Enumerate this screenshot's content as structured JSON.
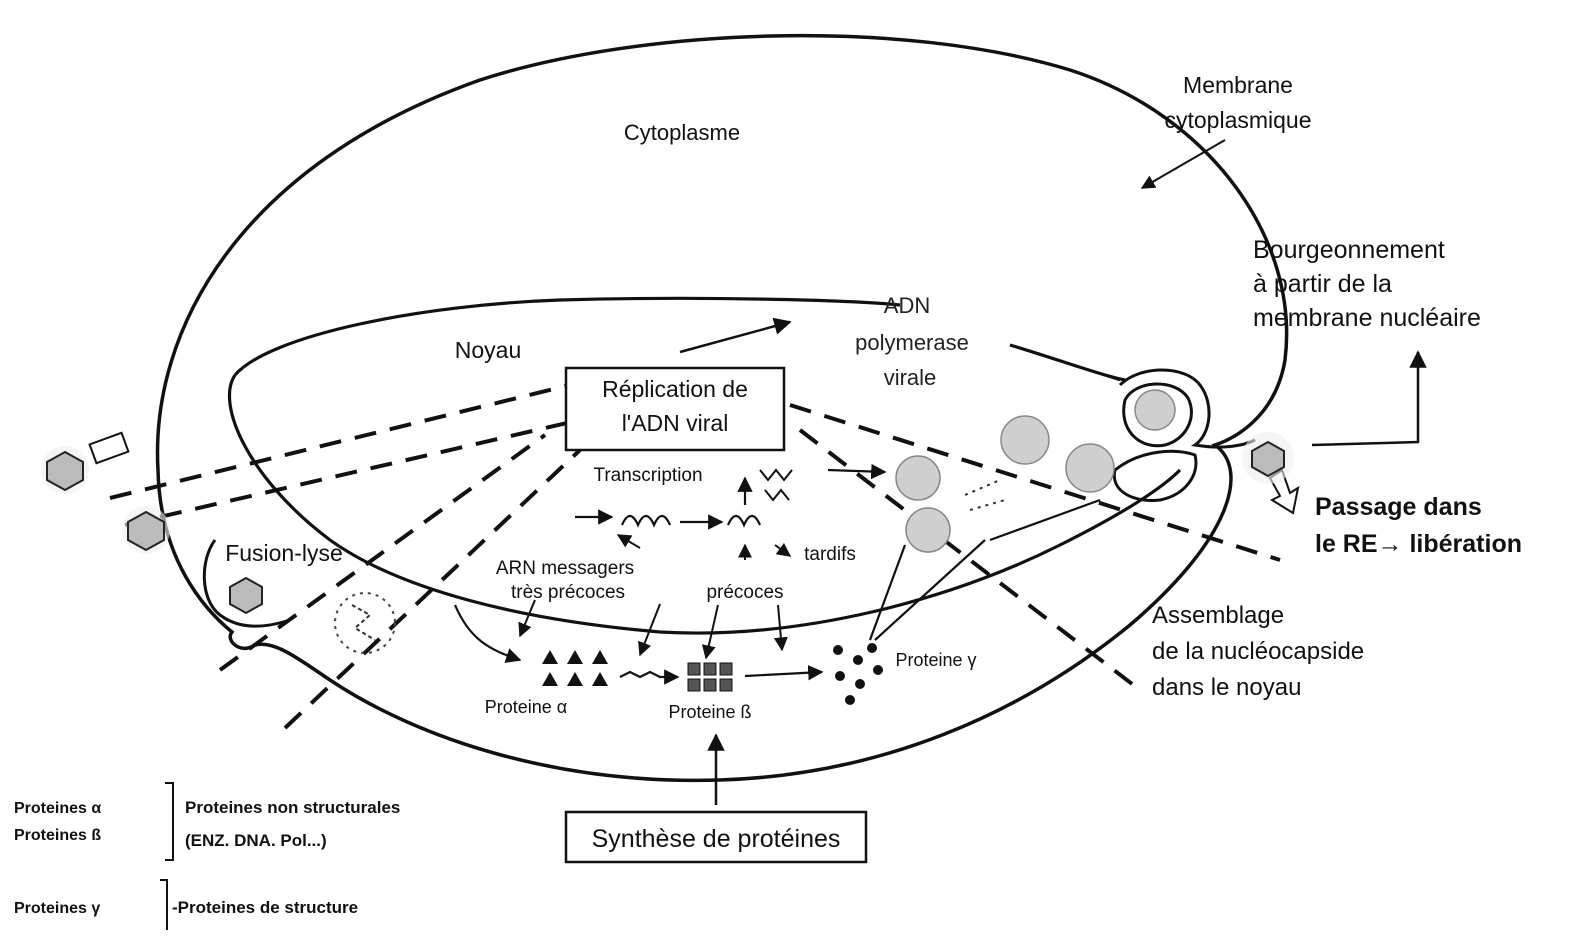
{
  "labels": {
    "cytoplasm": "Cytoplasme",
    "membrane_line1": "Membrane",
    "membrane_line2": "cytoplasmique",
    "budding_line1": "Bourgeonnement",
    "budding_line2": "à partir de la",
    "budding_line3": "membrane nucléaire",
    "nucleus": "Noyau",
    "polymerase_line1": "ADN",
    "polymerase_line2": "polymerase",
    "polymerase_line3": "virale",
    "replication_line1": "Réplication de",
    "replication_line2": "l'ADN viral",
    "transcription": "Transcription",
    "fusion": "Fusion-lyse",
    "mrna_line1": "ARN messagers",
    "mrna_line2": "très précoces",
    "early": "précoces",
    "late": "tardifs",
    "protein_alpha": "Proteine α",
    "protein_beta": "Proteine ß",
    "protein_gamma": "Proteine γ",
    "passage_line1": "Passage dans",
    "passage_line2": "le RE→ libération",
    "assembly_line1": "Assemblage",
    "assembly_line2": "de la nucléocapside",
    "assembly_line3": "dans le noyau",
    "synthesis": "Synthèse de protéines"
  },
  "legend": {
    "alpha": "Proteines α",
    "beta": "Proteines ß",
    "nonstructural_line1": "Proteines non structurales",
    "nonstructural_line2": "(ENZ. DNA. Pol...)",
    "gamma": "Proteines γ",
    "structural": "-Proteines de structure"
  },
  "colors": {
    "ink": "#111111",
    "virion_fill": "#cfcfcf",
    "background": "#ffffff"
  }
}
